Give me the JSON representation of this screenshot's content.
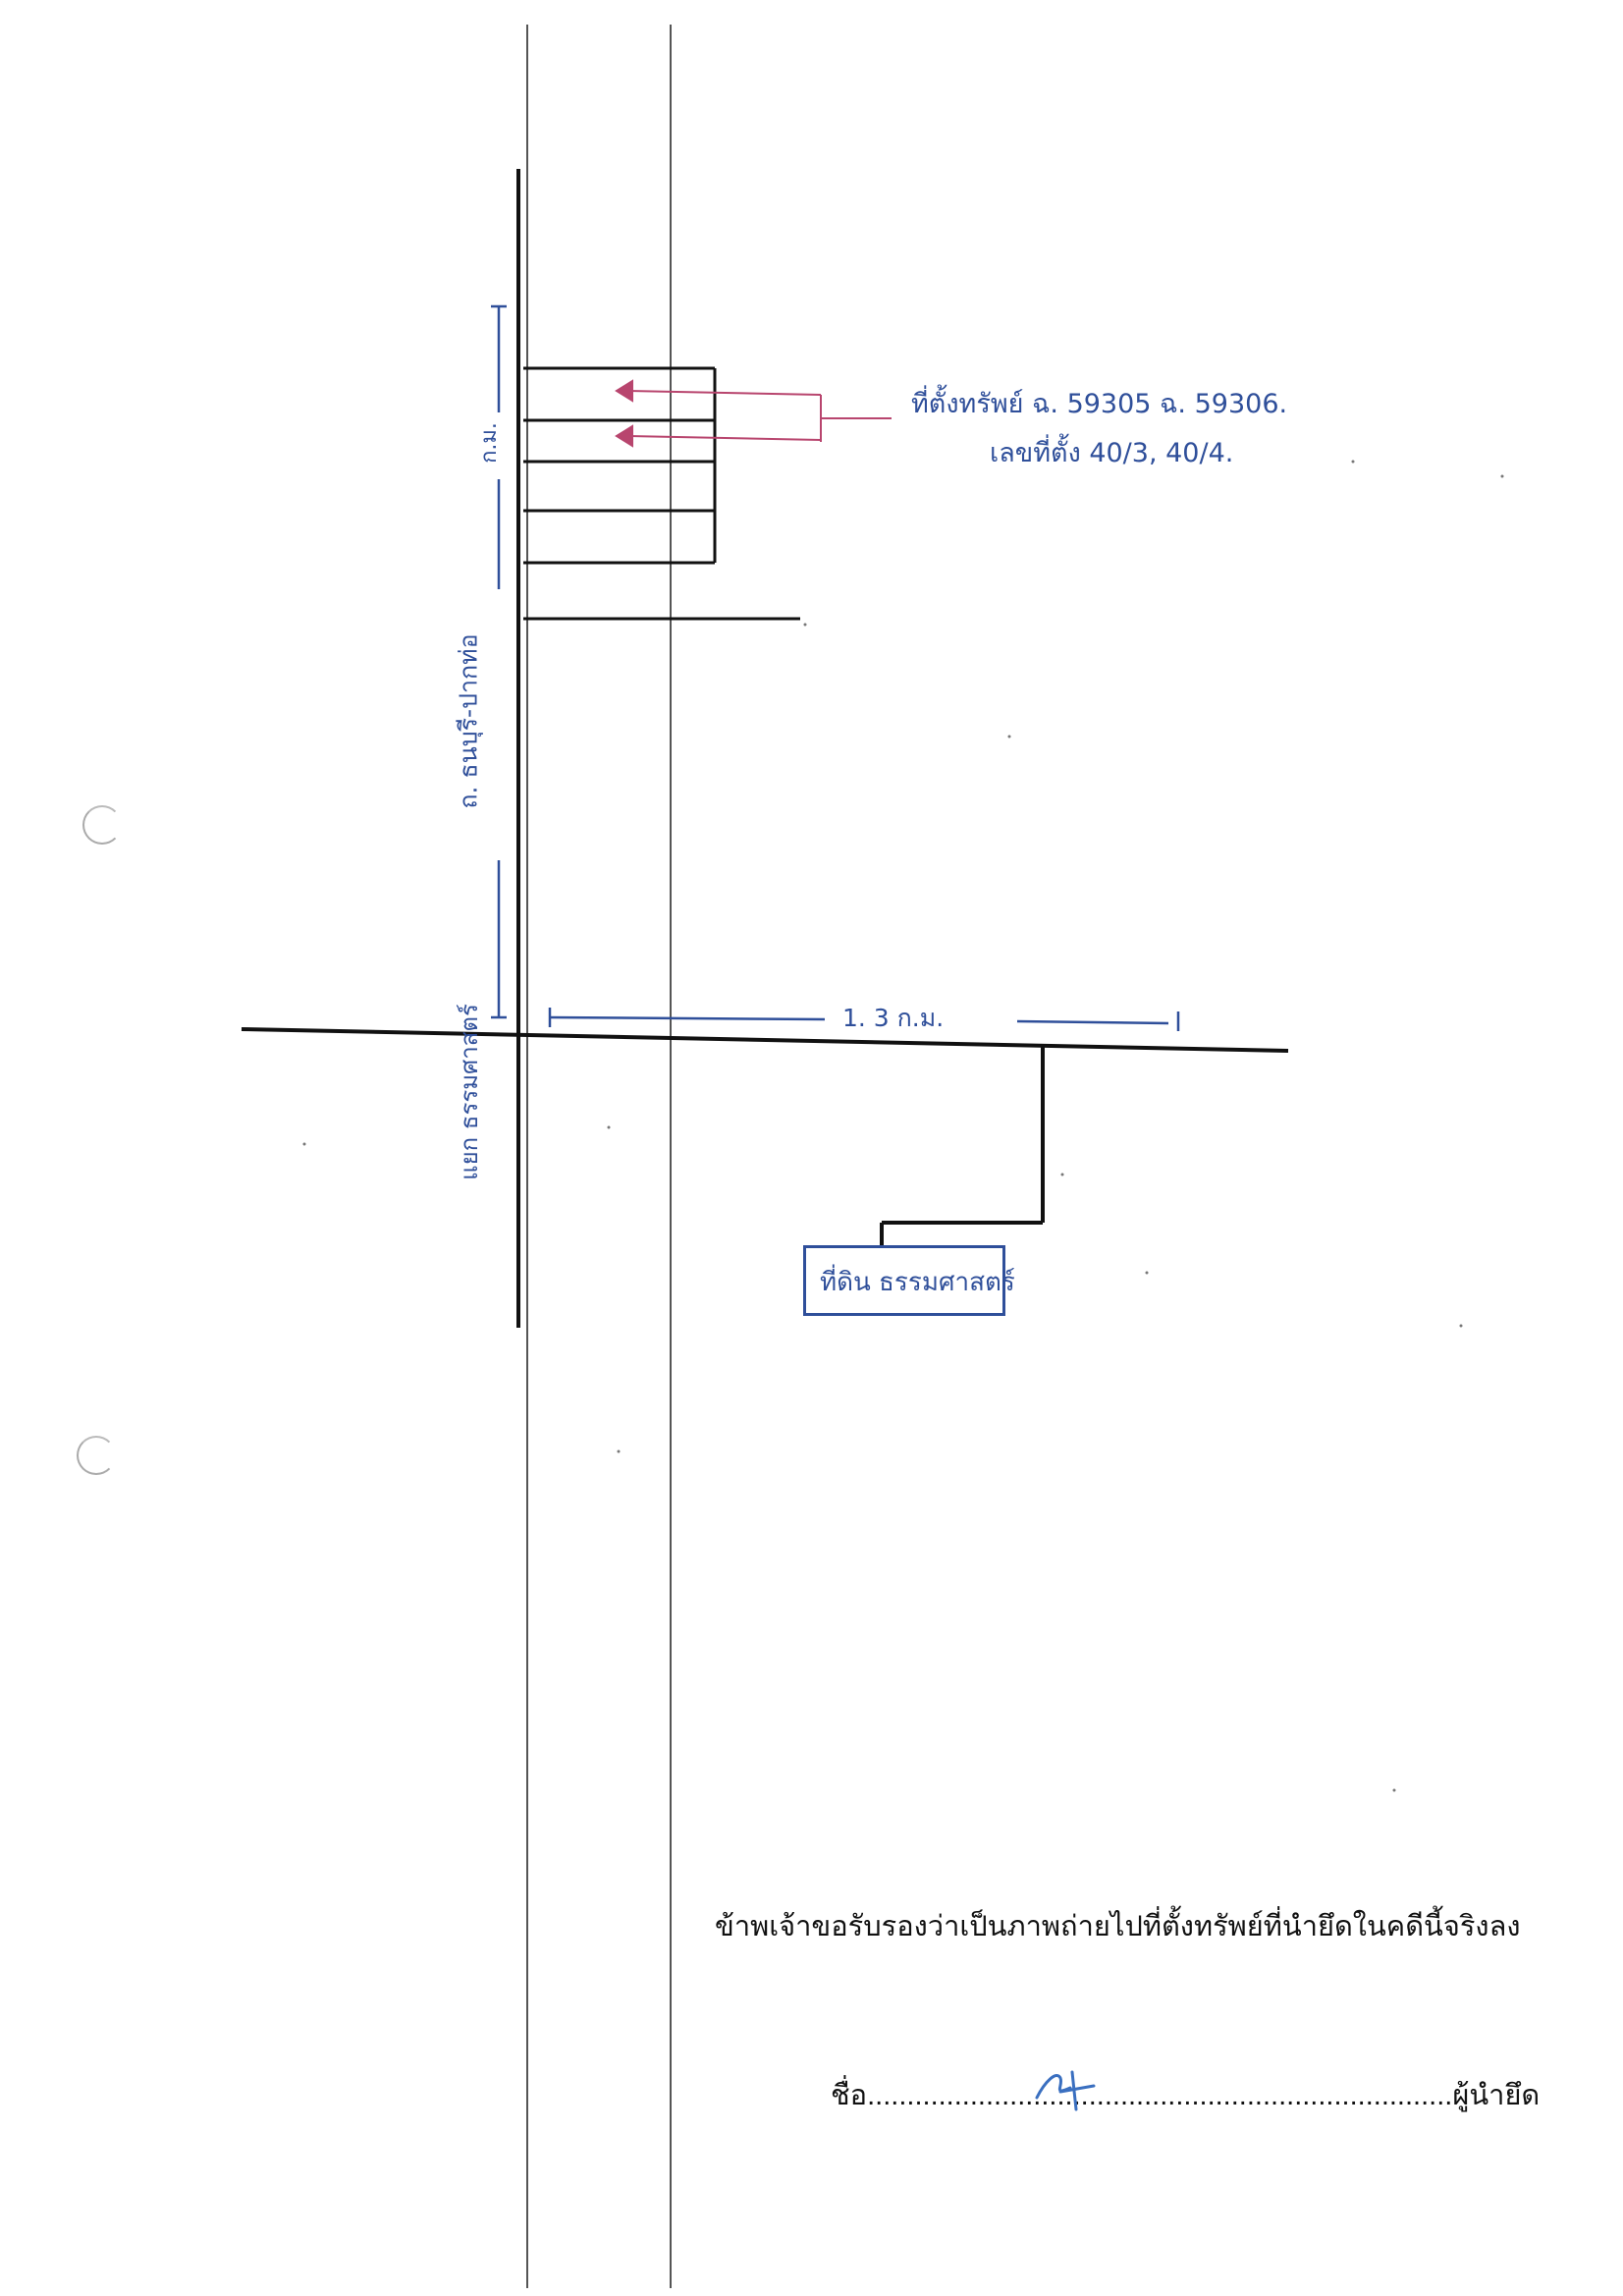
{
  "map": {
    "property_label_line1": "ที่ตั้งทรัพย์ ฉ. 59305 ฉ. 59306.",
    "property_label_line2": "เลขที่ตั้ง 40/3, 40/4.",
    "distance_vertical": "ก.ม.",
    "road_name_vertical": "ถ. ธนบุรี-ปากท่อ",
    "junction_name": "แยก ธรรมศาสตร์",
    "distance_horizontal": "1. 3 ก.ม.",
    "landmark": "ที่ดิน ธรรมศาสตร์",
    "colors": {
      "ink": "#2f4f9a",
      "arrow": "#b8456e",
      "road": "#111111"
    }
  },
  "certification": {
    "statement": "ข้าพเจ้าขอรับรองว่าเป็นภาพถ่ายไปที่ตั้งทรัพย์ที่นำยึดในคดีนี้จริงลง",
    "name_label": "ชื่อ",
    "dots": "..........................................................................",
    "role": "ผู้นำยึด"
  }
}
